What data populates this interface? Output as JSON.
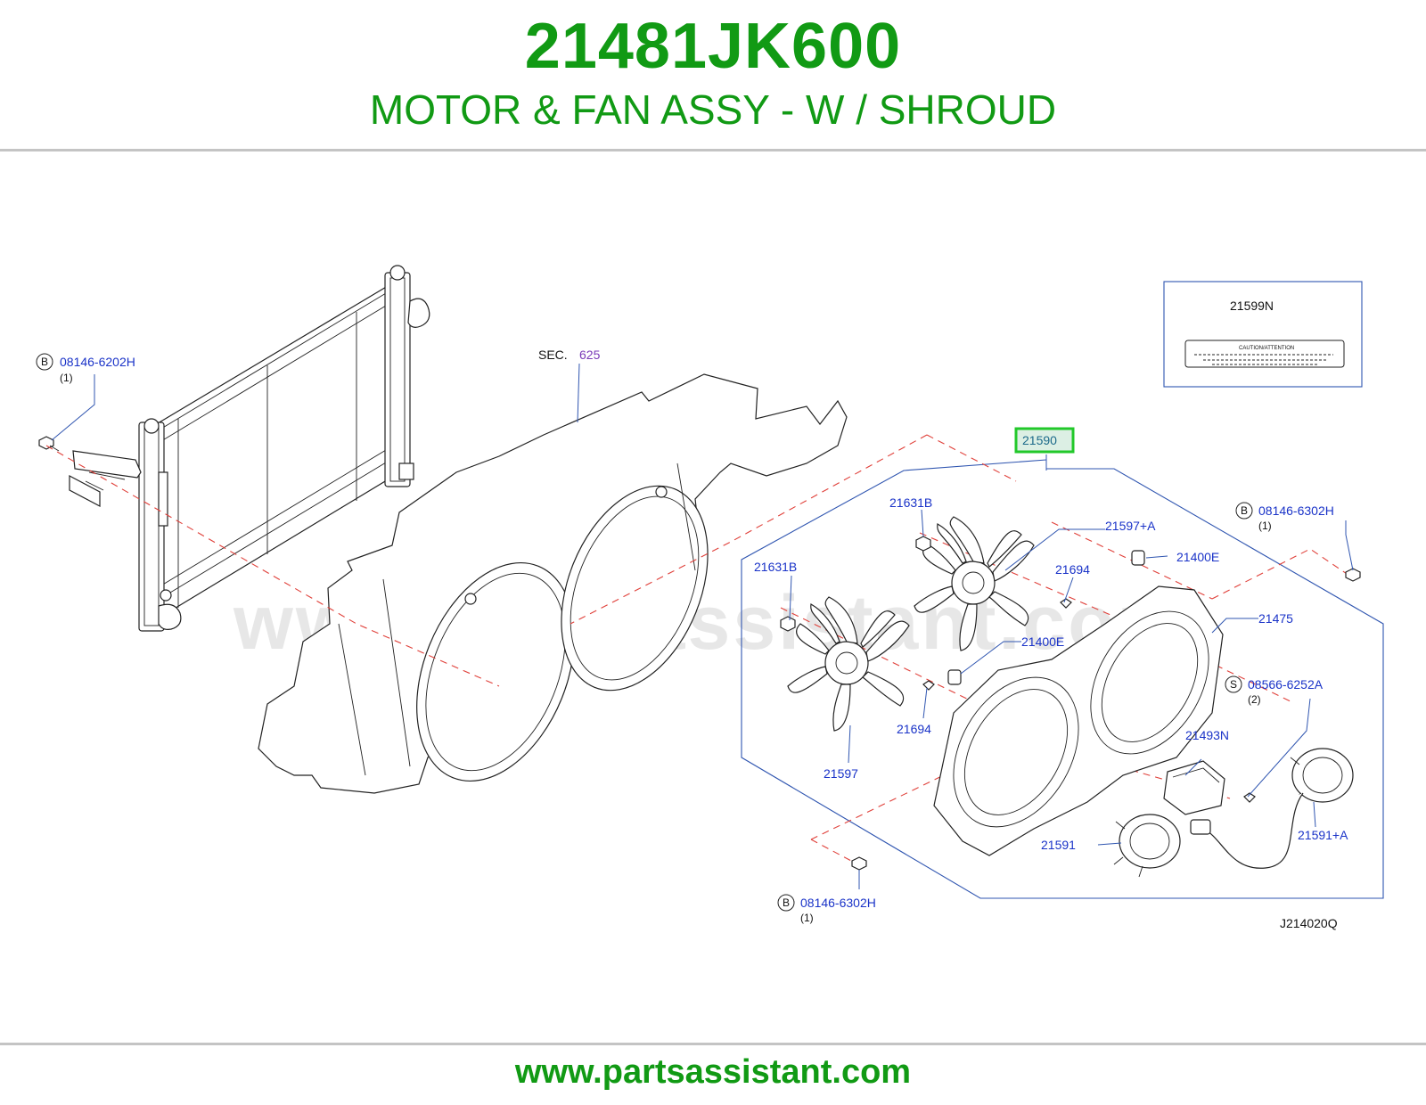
{
  "header": {
    "part_number": "21481JK600",
    "part_title": "MOTOR & FAN ASSY - W / SHROUD"
  },
  "footer": {
    "website": "www.partsassistant.com"
  },
  "colors": {
    "brand_green": "#119a14",
    "callout_blue": "#1a33c8",
    "dashed_red": "#e0403a",
    "highlight_box": "#22c82a"
  },
  "diagram": {
    "watermark": "www.partsassistant.com",
    "section": {
      "prefix": "SEC.",
      "number": "625"
    },
    "label_box": {
      "part": "21599N",
      "caption": "CAUTION/ATTENTION"
    },
    "highlighted_part": "21590",
    "figure_code": "J214020Q",
    "callouts": {
      "bolt_top_left": {
        "badge": "B",
        "part": "08146-6202H",
        "qty": "(1)"
      },
      "bolt_top_right": {
        "badge": "B",
        "part": "08146-6302H",
        "qty": "(1)"
      },
      "bolt_bottom": {
        "badge": "B",
        "part": "08146-6302H",
        "qty": "(1)"
      },
      "screw": {
        "badge": "S",
        "part": "08566-6252A",
        "qty": "(2)"
      },
      "nut_upper": "21631B",
      "nut_lower": "21631B",
      "fan_upper": "21597+A",
      "fan_lower": "21597",
      "grommet_upper": "21400E",
      "grommet_lower": "21400E",
      "clip_upper": "21694",
      "clip_lower": "21694",
      "shroud": "21475",
      "resistor": "21493N",
      "motor_left": "21591",
      "motor_right": "21591+A"
    }
  }
}
